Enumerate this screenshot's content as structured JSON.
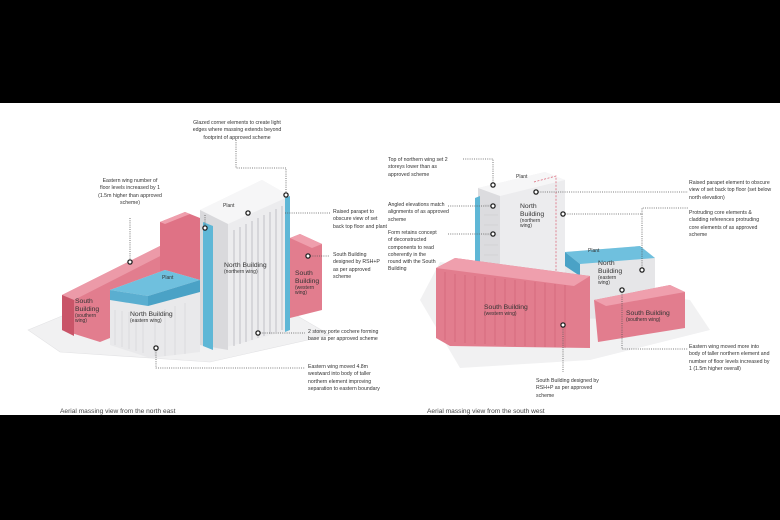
{
  "colors": {
    "background": "#000000",
    "sheet": "#ffffff",
    "pink": "#e0788a",
    "pink_dark": "#c95468",
    "blue": "#5fb7d6",
    "blue_dark": "#3a93b6",
    "grey": "#e6e6e8",
    "grey_dark": "#b9b9bd"
  },
  "left_view": {
    "caption": "Aerial massing view from the north east",
    "buildings": [
      {
        "title": "North Building",
        "sub": "(northern wing)"
      },
      {
        "title": "North Building",
        "sub": "(eastern wing)"
      },
      {
        "title": "South Building",
        "sub": "(southern wing)"
      },
      {
        "title": "South Building",
        "sub": "(western wing)"
      },
      {
        "title": "Plant"
      },
      {
        "title": "Plant"
      }
    ],
    "annotations": [
      {
        "id": "glazed-corner",
        "text": "Glazed corner elements to create light edges where massing extends beyond footprint of approved scheme"
      },
      {
        "id": "eastern-wing-floors",
        "text": "Eastern wing number of floor levels increased by 1 (1.5m higher than approved scheme)"
      },
      {
        "id": "raised-parapet",
        "text": "Raised parapet to obscure view of set back top floor and plant"
      },
      {
        "id": "south-building-rsh",
        "text": "South Building designed by RSH+P as per approved scheme"
      },
      {
        "id": "porte-cochere",
        "text": "2 storey porte cochere forming base as per approved scheme"
      },
      {
        "id": "eastern-wing-moved",
        "text": "Eastern wing moved 4.8m westward into body of taller northern element improving separation to eastern boundary"
      }
    ]
  },
  "right_view": {
    "caption": "Aerial massing view from the south west",
    "buildings": [
      {
        "title": "North Building",
        "sub": "(northern wing)"
      },
      {
        "title": "North Building",
        "sub": "(eastern wing)"
      },
      {
        "title": "South Building",
        "sub": "(western wing)"
      },
      {
        "title": "South Building",
        "sub": "(southern wing)"
      },
      {
        "title": "Plant"
      },
      {
        "title": "Plant"
      }
    ],
    "annotations": [
      {
        "id": "top-northern-wing",
        "text": "Top of northern wing set 2 storeys lower than as approved scheme"
      },
      {
        "id": "angled-elevations",
        "text": "Angled elevations match alignments of as approved scheme"
      },
      {
        "id": "form-retains",
        "text": "Form retains concept of deconstructed components to read coherently in the round with the South Building"
      },
      {
        "id": "raised-parapet-element",
        "text": "Raised parapet element to obscure view of set back top floor (set below north elevation)"
      },
      {
        "id": "protruding-core",
        "text": "Protruding core elements & cladding references protruding core elements of as approved scheme"
      },
      {
        "id": "eastern-wing-moved-more",
        "text": "Eastern wing moved more into body of taller northern element and number of floor levels increased by 1 (1.5m higher overall)"
      },
      {
        "id": "south-building-rsh",
        "text": "South Building designed by RSH+P as per approved scheme"
      }
    ]
  }
}
